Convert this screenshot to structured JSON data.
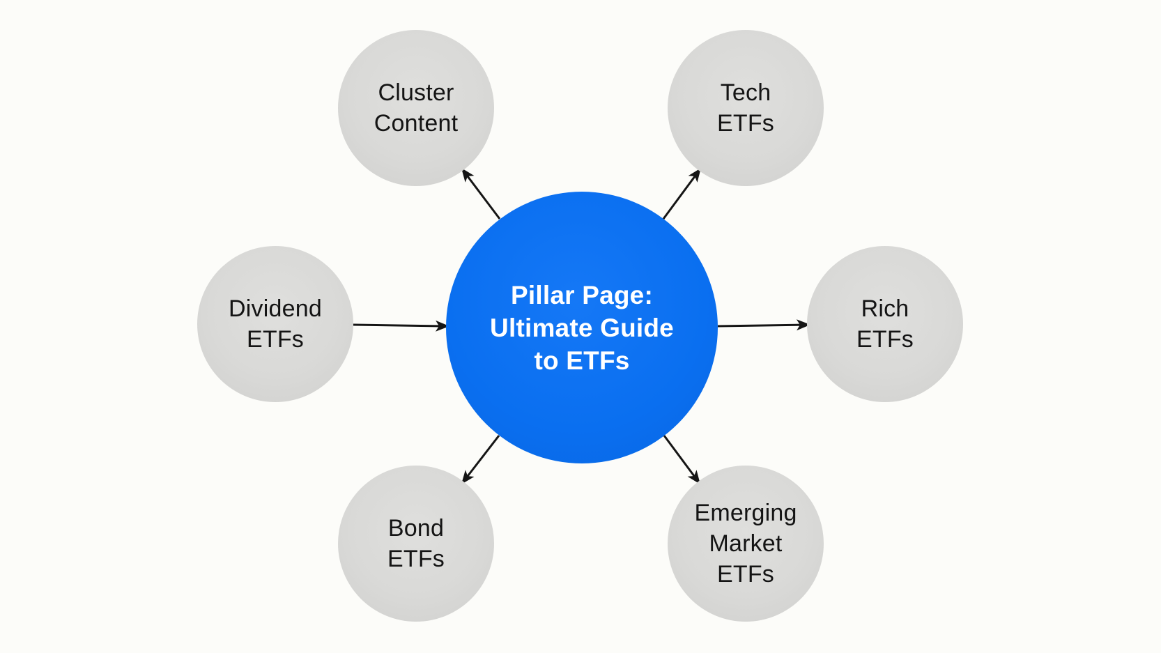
{
  "colors": {
    "background": "#fcfcf9",
    "hub_fill": "#0a6ff0",
    "hub_text": "#ffffff",
    "node_fill": "#d9d9d7",
    "node_text": "#141414",
    "arrow": "#151515"
  },
  "diagram": {
    "hub": {
      "id": "pillar-page",
      "lines": [
        "Pillar Page:",
        "Ultimate Guide",
        "to ETFs"
      ]
    },
    "nodes": [
      {
        "id": "cluster-content",
        "lines": [
          "Cluster",
          "Content"
        ]
      },
      {
        "id": "tech-etfs",
        "lines": [
          "Tech",
          "ETFs"
        ]
      },
      {
        "id": "dividend-etfs",
        "lines": [
          "Dividend",
          "ETFs"
        ]
      },
      {
        "id": "rich-etfs",
        "lines": [
          "Rich",
          "ETFs"
        ]
      },
      {
        "id": "bond-etfs",
        "lines": [
          "Bond",
          "ETFs"
        ]
      },
      {
        "id": "emerging-market-etfs",
        "lines": [
          "Emerging",
          "Market",
          "ETFs"
        ]
      }
    ],
    "edges": [
      {
        "from": "pillar-page",
        "to": "cluster-content",
        "direction": "outward"
      },
      {
        "from": "pillar-page",
        "to": "tech-etfs",
        "direction": "outward"
      },
      {
        "from": "dividend-etfs",
        "to": "pillar-page",
        "direction": "inward"
      },
      {
        "from": "pillar-page",
        "to": "rich-etfs",
        "direction": "outward"
      },
      {
        "from": "pillar-page",
        "to": "bond-etfs",
        "direction": "outward"
      },
      {
        "from": "pillar-page",
        "to": "emerging-market-etfs",
        "direction": "outward"
      }
    ]
  }
}
